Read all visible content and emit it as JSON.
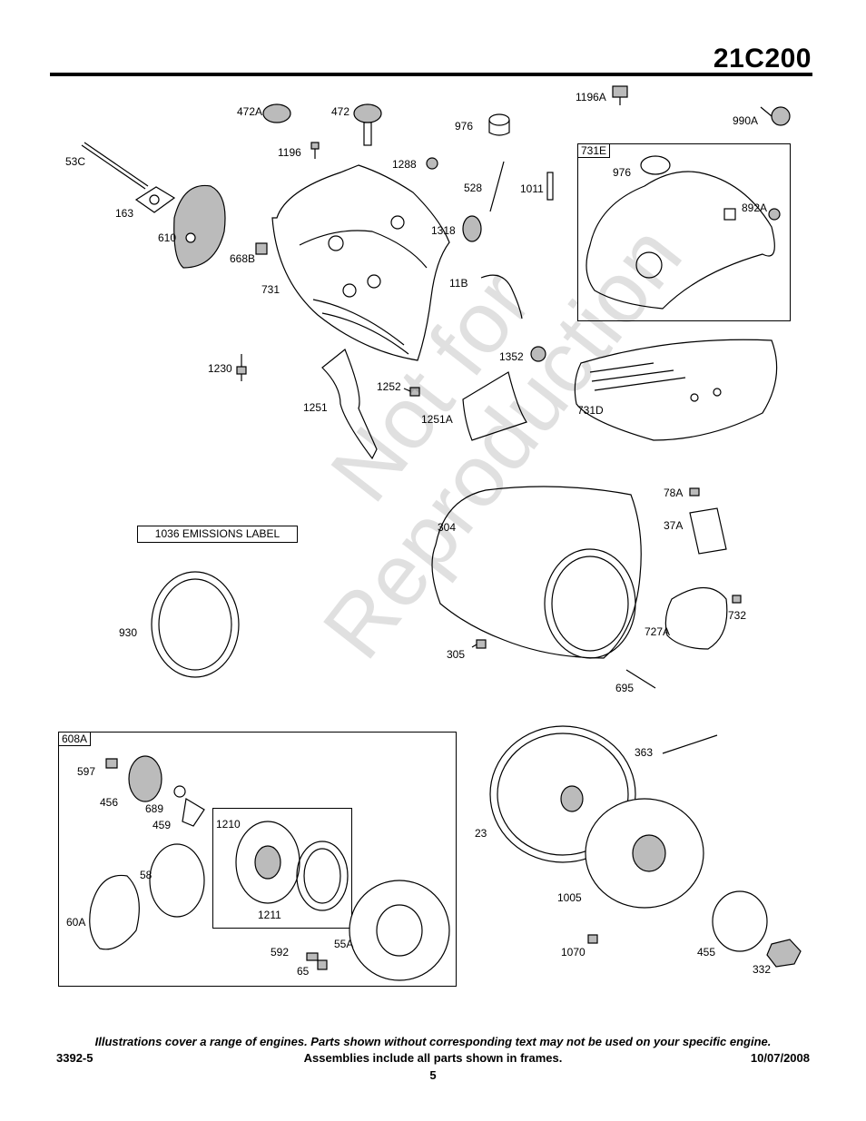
{
  "header": {
    "model": "21C200"
  },
  "labels": {
    "l53C": "53C",
    "l163": "163",
    "l610": "610",
    "l472A": "472A",
    "l472": "472",
    "l1196": "1196",
    "l976a": "976",
    "l1288": "1288",
    "l528": "528",
    "l1011": "1011",
    "l1318": "1318",
    "l11B": "11B",
    "l668B": "668B",
    "l731": "731",
    "l1196A": "1196A",
    "l990A": "990A",
    "l731E": "731E",
    "l976b": "976",
    "l892A": "892A",
    "l1230": "1230",
    "l1251": "1251",
    "l1252": "1252",
    "l1251A": "1251A",
    "l1352": "1352",
    "l731D": "731D",
    "l78A": "78A",
    "l37A": "37A",
    "l304": "304",
    "l930": "930",
    "l305": "305",
    "l732": "732",
    "l727A": "727A",
    "l695": "695",
    "l608A": "608A",
    "l597": "597",
    "l456": "456",
    "l689": "689",
    "l459": "459",
    "l1210": "1210",
    "l58": "58",
    "l60A": "60A",
    "l1211": "1211",
    "l592": "592",
    "l55A": "55A",
    "l65": "65",
    "l363": "363",
    "l23": "23",
    "l1005": "1005",
    "l1070": "1070",
    "l455": "455",
    "l332": "332"
  },
  "emissions_label": "1036 EMISSIONS LABEL",
  "watermark": {
    "line1": "Not for",
    "line2": "Reproduction"
  },
  "footer": {
    "note": "Illustrations cover a range of engines. Parts shown without corresponding text may not be used on your specific engine.",
    "doc_number": "3392-5",
    "assemblies": "Assemblies include all parts shown in frames.",
    "date": "10/07/2008",
    "page": "5"
  }
}
